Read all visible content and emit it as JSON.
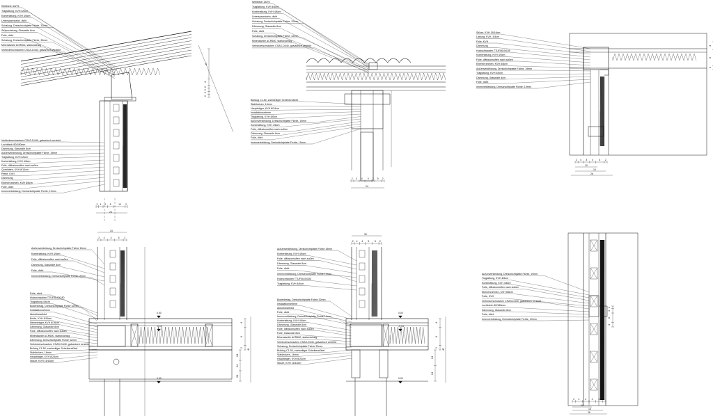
{
  "details": [
    {
      "id": "eave",
      "labels_top": [
        "Wellblech 18/76",
        "Traglattung, KVH 4/6cm",
        "Konterlattung, KVH 4/6cm",
        "Unterspannbahn, dicht",
        "Schalung, Dreischichtplatte Fichte, 32mm",
        "Stülpschalung, Glaswolle 8cm",
        "Folie, dicht",
        "Schalung, Dreischichtplatte Fichte, 32mm",
        "Mineralwolle ACR600, starkwüchsig",
        "Verbinderschrauben CSAS-D440, galvanisch verzinkt"
      ],
      "labels_side": [
        "Verbinderschrauben CSAS-D440, galvanisch verzinkt",
        "Lochblech 80/180mm",
        "Dämmung, Glaswolle 8cm",
        "Außenverkleidung, Dreischichtplatte Fichte, 19mm",
        "Traglattung, KVH 4/6cm",
        "Konterlattung, KVH 4/6cm",
        "Folie, diffusionsoffen nach außen",
        "Querlatten, KVH 8/10cm",
        "Pfette, KVH",
        "Dämmung",
        "Ebenenrahmen, KVH 8/8cm",
        "Folie, dicht",
        "Innenverkleidung, Dreischichtplatte Fichte, 19mm"
      ],
      "dims_right": [
        "20",
        "4",
        "2",
        "2",
        "2",
        "2",
        "20",
        "24"
      ],
      "dims_bottom": [
        "2",
        "4",
        "4",
        "5",
        "10",
        "2"
      ],
      "dim_total": "24"
    },
    {
      "id": "ridge",
      "labels_top": [
        "Wellblech 18/76",
        "Traglattung, KVH 4/6cm",
        "Konterlattung, KVH 4/6cm",
        "Unterspannbahn, dicht",
        "Schalung, Dreischichtplatte Fichte, 32mm",
        "Dämmung, Glaswolle 8cm",
        "Folie, dicht",
        "Schalung, Dreischichtplatte Fichte, 32mm",
        "Mineralwolle ACR600, starkwüchsig",
        "Verbinderschrauben CSAS-D440, galvanisch verzinkt"
      ],
      "labels_side": [
        "Bulldog C1-50, zweiseitiger Scheibendübel",
        "Stahlbolzen, 16mm",
        "Hauptträger, KVH 8/24cm",
        "Installationsebene",
        "Traglattung, KVH 4/6cm",
        "Außenverkleidung, Dreischichtplatte Fichte, 19mm",
        "Konterlattung, KVH 4/6cm",
        "Folie, diffusionsoffen nach außen",
        "Dämmung, Glaswolle 8cm",
        "Folie, dicht",
        "Innenverkleidung, Dreischichtplatte Fichte, 19mm"
      ],
      "dims_bottom": [
        "2",
        "4",
        "4",
        "5",
        "2",
        "5",
        "2"
      ],
      "dim_total": "24"
    },
    {
      "id": "wall-top",
      "labels": [
        "Stütze, KVH 16/16cm",
        "Lattung, KVH, 3/4cm",
        "Folie, KVH",
        "Dämmung",
        "Holzschrauben TTUF06,0x100",
        "Konterlattung, KVH 4/6cm",
        "Folie, diffusionsoffen nach außen",
        "Ebenenrahmen, KVH 8/8cm",
        "Außenverkleidung, Dreischichtplatte Fichte, 19mm",
        "Traglattung, KVH 4/6cm",
        "Dämmung, Glaswolle 8cm",
        "Folie, dicht",
        "Innenverkleidung, Dreischichtplatte Fichte, 19mm"
      ],
      "dims_right": [
        "4",
        "8",
        "2",
        "26"
      ],
      "dims_bottom": [
        "2",
        "4",
        "4",
        "4",
        "6",
        "2"
      ],
      "dim_sub": [
        "10",
        "16"
      ],
      "dim_total": "26"
    },
    {
      "id": "floor-left",
      "labels_top": [
        "Außenverkleidung, Dreischichtplatte Fichte 19mm",
        "Konterlattung, KVH 4/6cm",
        "Folie, diffusionsoffen nach außen",
        "Dämmung, Glaswolle 8cm",
        "Folie, dicht",
        "Innenverkleidung, Dreischichtplatte Fichte 19mm"
      ],
      "labels_side": [
        "Folie, dicht",
        "Holzschrauben TTUF06,0X180",
        "Traglattung 4/6cm",
        "Bodenbelag, Dreischichtplatte Fichte 32mm",
        "Installationsebene",
        "Akkuthicketbild",
        "Bohle, KVH 8/16cm",
        "Nebenträger, KVH 8/16cm",
        "Dämmung, Glaswolle 8cm",
        "Folie, diffusionsoffen nach außen",
        "Mineralwolle ACR600, starkwüchsig",
        "Dämmung, Dreischichtplatte Fichte 32mm",
        "Verbinderschrauben CSAS-D440, galvanisch verzinkt",
        "Bulldog C1-50, zweiseitiger Scheibendübel",
        "Stahlbolzen, 16mm",
        "Hauptträger, KVH 8/24cm",
        "Stütze, KVH 16/16cm"
      ],
      "level_top": "0,00",
      "level_bottom": "-0,14",
      "level_mark": "0,00",
      "dims_top": [
        "24"
      ],
      "dims_top_sub": [
        "2",
        "4",
        "4",
        "5",
        "2"
      ],
      "dims_right": [
        "24",
        "24",
        "24",
        "4",
        "8",
        "2",
        "41"
      ]
    },
    {
      "id": "floor-right",
      "labels_top": [
        "Außenverkleidung, Dreischichtplatte Fichte 19mm",
        "Konterlattung, KVH 4/6cm",
        "Folie, diffusionsoffen nach außen",
        "Dämmung, Glaswolle 8cm",
        "Folie, dicht",
        "Innenverkleidung, Dreischichtplatte Fichte 19mm",
        "Holzschrauben TTUF06,0x180",
        "Traglattung, KVH 4/6cm"
      ],
      "labels_side": [
        "Bodenbelag, Dreischichtplatte Fichte 32mm",
        "Installationsebene",
        "Akkuthicketbild",
        "Folie, dicht",
        "Innenverkleidung, Dreischichtplatte Fichte 19mm",
        "Konterlattung, KVH 4/6cm",
        "Dämmung, Glaswolle 8cm",
        "Folie, diffusionsoffen nach außen",
        "Folie, Glaswolle 8cm",
        "Mineralwolle ACR600, starkwüchsig",
        "Verbinderschrauben CSAS-D440, galvanisch verzinkt",
        "Schalung, Dreischichtplatte Fichte 32mm",
        "Bulldog C1-50, zweiseitiger Scheibendübel",
        "Stahlbolzen, 16mm",
        "Hauptträger, KVH 8/24cm",
        "Stütze, KVH 16/16cm"
      ],
      "level_top": "0,00",
      "level_bottom": "-0,14",
      "level_mark": "0,00",
      "dims_top": [
        "30"
      ],
      "dims_top_sub": [
        "2",
        "4",
        "4",
        "5",
        "5",
        "2"
      ],
      "dims_right": [
        "24",
        "24",
        "4",
        "8",
        "2",
        "47"
      ]
    },
    {
      "id": "wall-corner",
      "labels": [
        "Außenverkleidung, Dreischichtplatte Fichte, 19mm",
        "Traglattung, KVH 4/6cm",
        "Konterlattung, KVH 4/6cm",
        "Folie, diffusionsoffen nach außen",
        "Ebenenrahmen, KVH 8/8cm",
        "Folie, KVH",
        "Verbinderschrauben CSAS-D440, galvanisch verzinkt",
        "Lochblech 80/180mm",
        "Dämmung, Glaswolle 8cm",
        "Folie, dicht",
        "Innenverkleidung, Dreischichtplatte Fichte, 19mm"
      ],
      "dims_right": [
        "2",
        "4",
        "8",
        "4",
        "20"
      ],
      "dims_bottom": [
        "2",
        "4",
        "4",
        "4",
        "4",
        "2"
      ],
      "dim_sub": [
        "10",
        "16"
      ],
      "dim_total": "26"
    }
  ]
}
